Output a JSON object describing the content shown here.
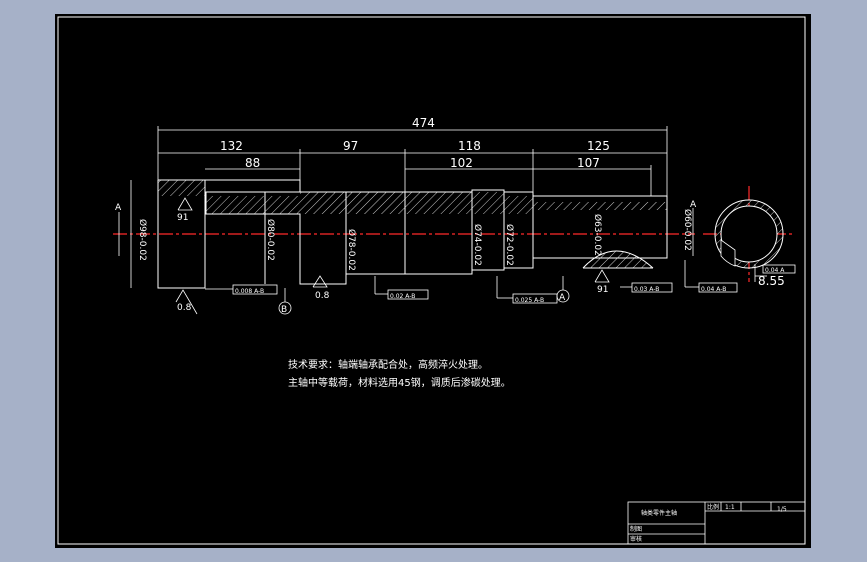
{
  "dimensions": {
    "overall": "474",
    "seg1": "132",
    "seg2": "97",
    "seg3": "118",
    "seg4": "125",
    "sub1": "88",
    "sub3": "102",
    "sub4": "107",
    "dia1": "Ø98-0.02",
    "dia2": "Ø80-0.02",
    "dia3": "Ø78-0.02",
    "dia4": "Ø74-0.02",
    "dia5": "Ø72-0.02",
    "dia6": "Ø63-0.02",
    "dia7": "Ø60-0.02",
    "keyway": "8.55"
  },
  "roughness": {
    "r1": "91",
    "r2": "0.8",
    "r3": "0.8",
    "r4": "91"
  },
  "tolerances": {
    "t1": "0.008 A-B",
    "t2": "0.02 A-B",
    "t3": "0.025 A-B",
    "t4": "0.03 A-B",
    "t5": "0.04 A-B",
    "t6": "0.04 A"
  },
  "datums": {
    "a": "A",
    "b": "B",
    "section_a_left": "A",
    "section_a_right": "A"
  },
  "notes": {
    "line1": "技术要求：轴端轴承配合处，高频淬火处理。",
    "line2": "主轴中等载荷，材料选用45钢，调质后渗碳处理。"
  },
  "title_block": {
    "part_name": "轴类零件主轴",
    "scale_label": "比例",
    "scale_value": "1:1",
    "sheet": "1/5",
    "drawn": "制图",
    "checked": "审核"
  },
  "colors": {
    "background": "#a6b1c8",
    "sheet": "#000000",
    "line": "#ffffff",
    "centerline": "#ff2a2a"
  }
}
